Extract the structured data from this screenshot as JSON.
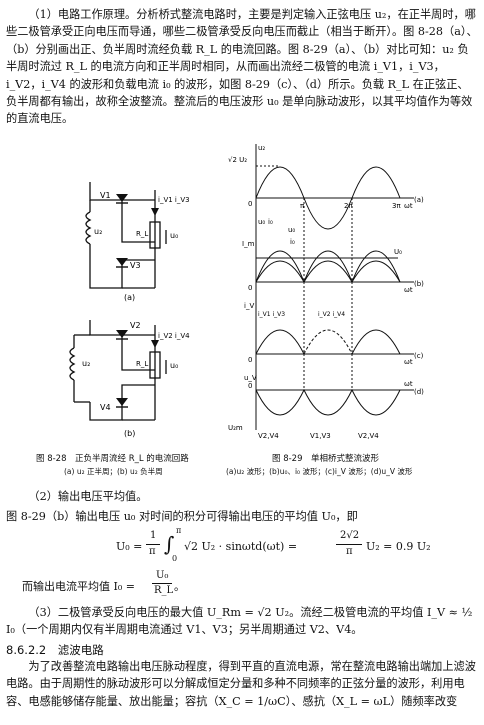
{
  "para1": "（1）电路工作原理。分析桥式整流电路时，主要是判定输入正弦电压 u₂，在正半周时，哪些二极管承受正向电压而导通，哪些二极管承受反向电压而截止（相当于断开）。图 8-28（a）、（b）分别画出正、负半周时流经负载 R_L 的电流回路。图 8-29（a）、（b）对比可知：u₂ 负半周时流过 R_L 的电流方向和正半周时相同，从而画出流经二极管的电流 i_V1，i_V3，i_V2，i_V4 的波形和负载电流 i₀ 的波形，如图 8-29（c）、（d）所示。负载 R_L 在正弦正、负半周都有输出，故称全波整流。整流后的电压波形 u₀ 是单向脉动波形，以其平均值作为等效的直流电压。",
  "fig28": {
    "caption": "图 8-28　正负半周流经 R_L 的电流回路",
    "subcaption": "(a) u₂ 正半周；(b) u₂ 负半周",
    "label_a": "(a)",
    "label_b": "(b)",
    "a": {
      "d1": "V1",
      "d2": "V3",
      "src": "u₂",
      "cur": "i_V1 i_V3",
      "load": "R_L",
      "out": "u₀"
    },
    "b": {
      "d1": "V2",
      "d2": "V4",
      "src": "u₂",
      "cur": "i_V2 i_V4",
      "load": "R_L",
      "out": "u₀"
    }
  },
  "fig29": {
    "caption": "图 8-29　单相桥式整流波形",
    "subcaption": "(a)u₂ 波形；(b)u₀、i₀ 波形；(c)i_V 波形；(d)u_V 波形",
    "a": {
      "amp": "√2 U₂",
      "y": "u₂",
      "pi": "π",
      "two_pi": "2π",
      "three_pi": "3π",
      "axis": "ωt",
      "zero": "0",
      "tag": "(a)"
    },
    "b": {
      "y1": "u₀",
      "y2": "i₀",
      "curve_u": "u₀",
      "curve_i": "i₀",
      "im": "I_m",
      "avg": "U₀",
      "zero": "0",
      "axis": "ωt",
      "tag": "(b)"
    },
    "c": {
      "y": "i_V",
      "l1": "i_V1 i_V3",
      "l2": "i_V2 i_V4",
      "zero": "0",
      "axis": "ωt",
      "tag": "(c)"
    },
    "d": {
      "y": "u_V",
      "zero": "0",
      "axis": "ωt",
      "tag": "(d)",
      "neg": "U₂m",
      "l1": "V2,V4",
      "l2": "V1,V3",
      "l3": "V2,V4"
    }
  },
  "sec2_title": "（2）输出电压平均值。",
  "sec2_text": "图 8-29（b）输出电压 u₀ 对时间的积分可得输出电压的平均值 U₀，即",
  "formula1": {
    "lhs": "U₀ =",
    "frac_num": "1",
    "frac_den": "π",
    "int_upper": "π",
    "int_lower": "0",
    "body": "√2 U₂ · sinωtd(ωt) =",
    "frac2_num": "2√2",
    "frac2_den": "π",
    "tail": "U₂ = 0.9 U₂"
  },
  "formula2": {
    "text": "而输出电流平均值 I₀ =",
    "num": "U₀",
    "den": "R_L",
    "end": "。"
  },
  "sec3_text": "（3）二极管承受反向电压的最大值 U_Rm = √2 U₂。流经二极管电流的平均值 I_V ≈ ½ I₀（一个周期内仅有半周期电流通过 V1、V3；另半周期通过 V2、V4。",
  "sec_heading": "8.6.2.2　滤波电路",
  "last_para": "为了改善整流电路输出电压脉动程度，得到平直的直流电源，常在整流电路输出端加上滤波电路。由于周期性的脉动波形可以分解成恒定分量和多种不同频率的正弦分量的波形，利用电容、电感能够储存能量、放出能量；容抗（X_C = 1/ωC）、感抗（X_L = ωL）随频率改变"
}
